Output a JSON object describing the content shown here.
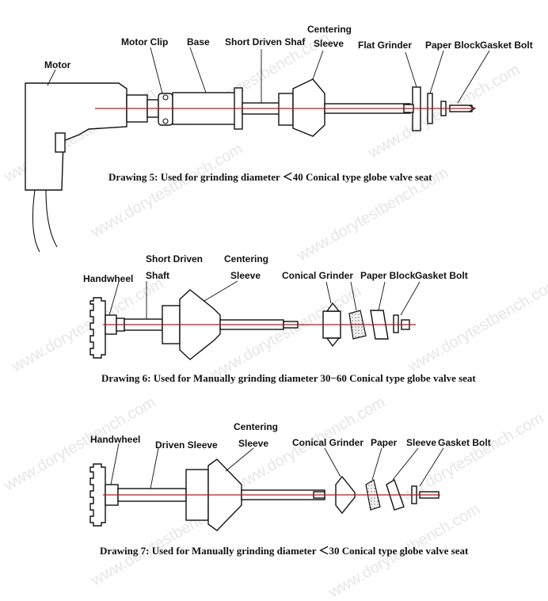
{
  "watermark": "www.dorytestbench.com",
  "drawing5": {
    "labels": {
      "motor": "Motor",
      "motor_clip": "Motor Clip",
      "base": "Base",
      "short_driven_shaft": "Short Driven Shaf",
      "centering": "Centering",
      "sleeve": "Sleeve",
      "flat_grinder": "Flat Grinder",
      "paper_block": "Paper Block",
      "gasket_bolt": "Gasket Bolt"
    },
    "caption": "Drawing 5: Used for grinding diameter ＜40 Conical type globe valve seat"
  },
  "drawing6": {
    "labels": {
      "handwheel": "Handwheel",
      "short_driven": "Short Driven",
      "shaft": "Shaft",
      "centering": "Centering",
      "sleeve": "Sleeve",
      "conical_grinder": "Conical Grinder",
      "paper_block": "Paper Block",
      "gasket_bolt": "Gasket Bolt"
    },
    "caption": "Drawing 6: Used for Manually grinding diameter 30−60 Conical type globe valve seat"
  },
  "drawing7": {
    "labels": {
      "handwheel": "Handwheel",
      "driven_sleeve": "Driven Sleeve",
      "centering": "Centering",
      "sleeve": "Sleeve",
      "conical_grinder": "Conical Grinder",
      "paper": "Paper",
      "sleeve2": "Sleeve",
      "gasket_bolt": "Gasket Bolt"
    },
    "caption": "Drawing 7: Used for Manually grinding diameter ＜30  Conical type globe valve seat"
  }
}
